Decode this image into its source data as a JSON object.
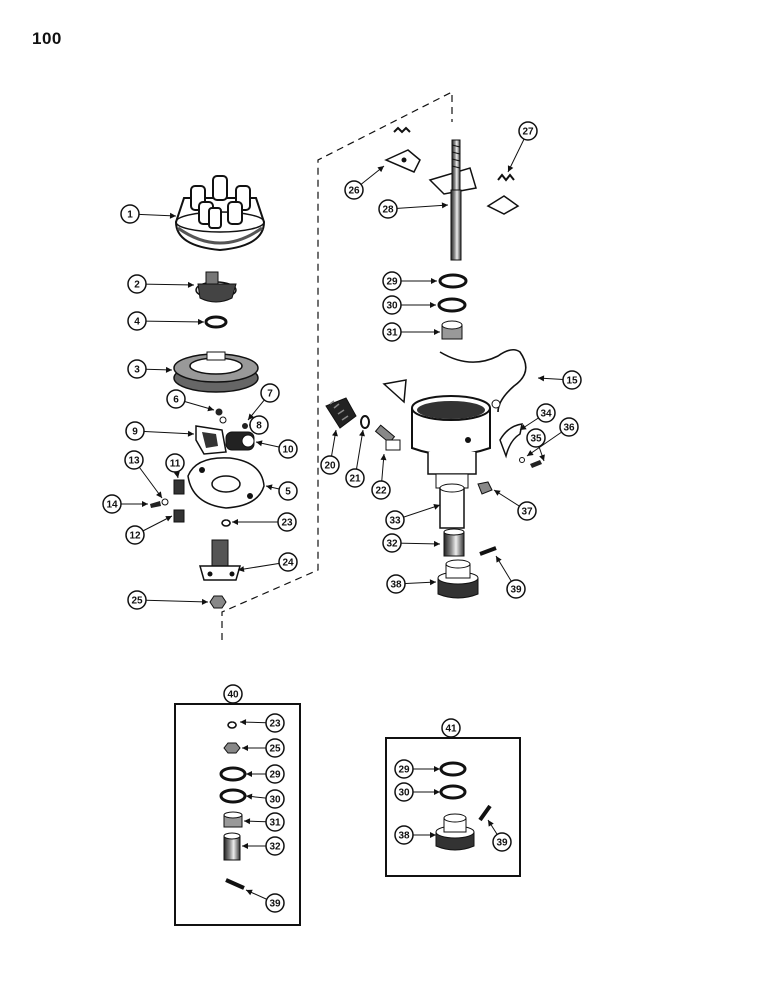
{
  "page": {
    "number": "100"
  },
  "colors": {
    "ink": "#111111",
    "paper": "#ffffff",
    "shade": "#555555",
    "light": "#bbbbbb"
  },
  "parts_diagram": {
    "callouts": [
      "1",
      "2",
      "4",
      "3",
      "6",
      "7",
      "8",
      "9",
      "10",
      "5",
      "11",
      "13",
      "14",
      "12",
      "23",
      "24",
      "25",
      "26",
      "27",
      "28",
      "29",
      "30",
      "31",
      "15",
      "20",
      "21",
      "22",
      "34",
      "36",
      "35",
      "33",
      "37",
      "32",
      "38",
      "39"
    ],
    "service_kits": [
      {
        "number": "40",
        "callouts": [
          "23",
          "25",
          "29",
          "30",
          "31",
          "32",
          "39"
        ]
      },
      {
        "number": "41",
        "callouts": [
          "29",
          "30",
          "38",
          "39"
        ]
      }
    ]
  }
}
